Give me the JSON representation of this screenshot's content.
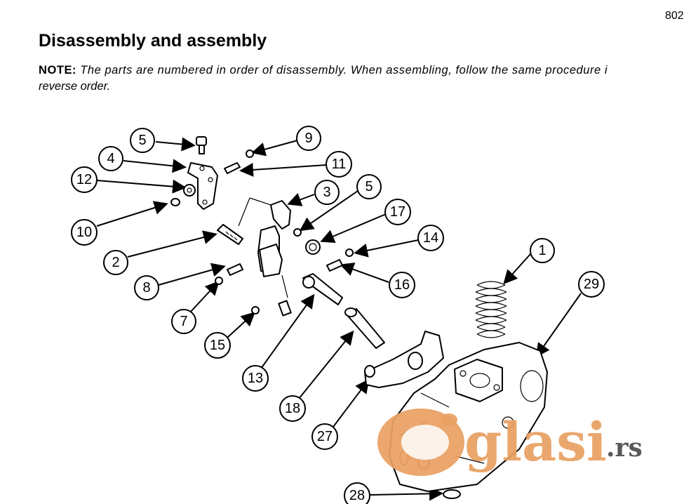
{
  "header": {
    "page_number": "802"
  },
  "section": {
    "title": "Disassembly and assembly",
    "note_label": "NOTE:",
    "note_line1": "The parts are numbered in order of disassembly. When assembling, follow the same procedure i",
    "note_line2": "reverse order."
  },
  "callouts": [
    "5",
    "4",
    "9",
    "11",
    "12",
    "3",
    "5",
    "10",
    "17",
    "14",
    "2",
    "1",
    "8",
    "16",
    "29",
    "7",
    "15",
    "13",
    "18",
    "27",
    "28"
  ],
  "watermark": {
    "brand": "glasi",
    "suffix": ".rs",
    "colors": {
      "orange": "#e9a061",
      "gray": "#595959"
    }
  }
}
